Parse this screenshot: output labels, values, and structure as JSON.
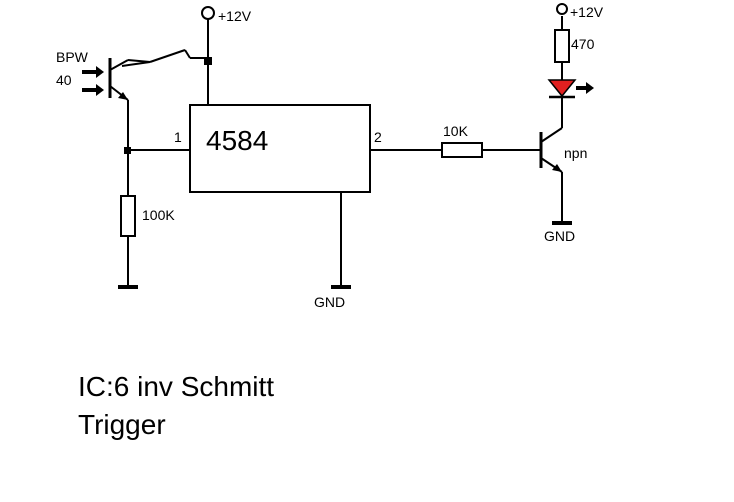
{
  "supply_left": "+12V",
  "supply_right": "+12V",
  "sensor_label_line1": "BPW",
  "sensor_label_line2": "40",
  "ic_name": "4584",
  "ic_pin_in": "1",
  "ic_pin_out": "2",
  "resistor_pulldown": "100K",
  "resistor_base": "10K",
  "resistor_led": "470",
  "transistor_type": "npn",
  "gnd_ic": "GND",
  "gnd_transistor": "GND",
  "caption_line1": "IC:6 inv Schmitt",
  "caption_line2": "Trigger",
  "colors": {
    "led": "#e02020",
    "wire": "#000000"
  }
}
